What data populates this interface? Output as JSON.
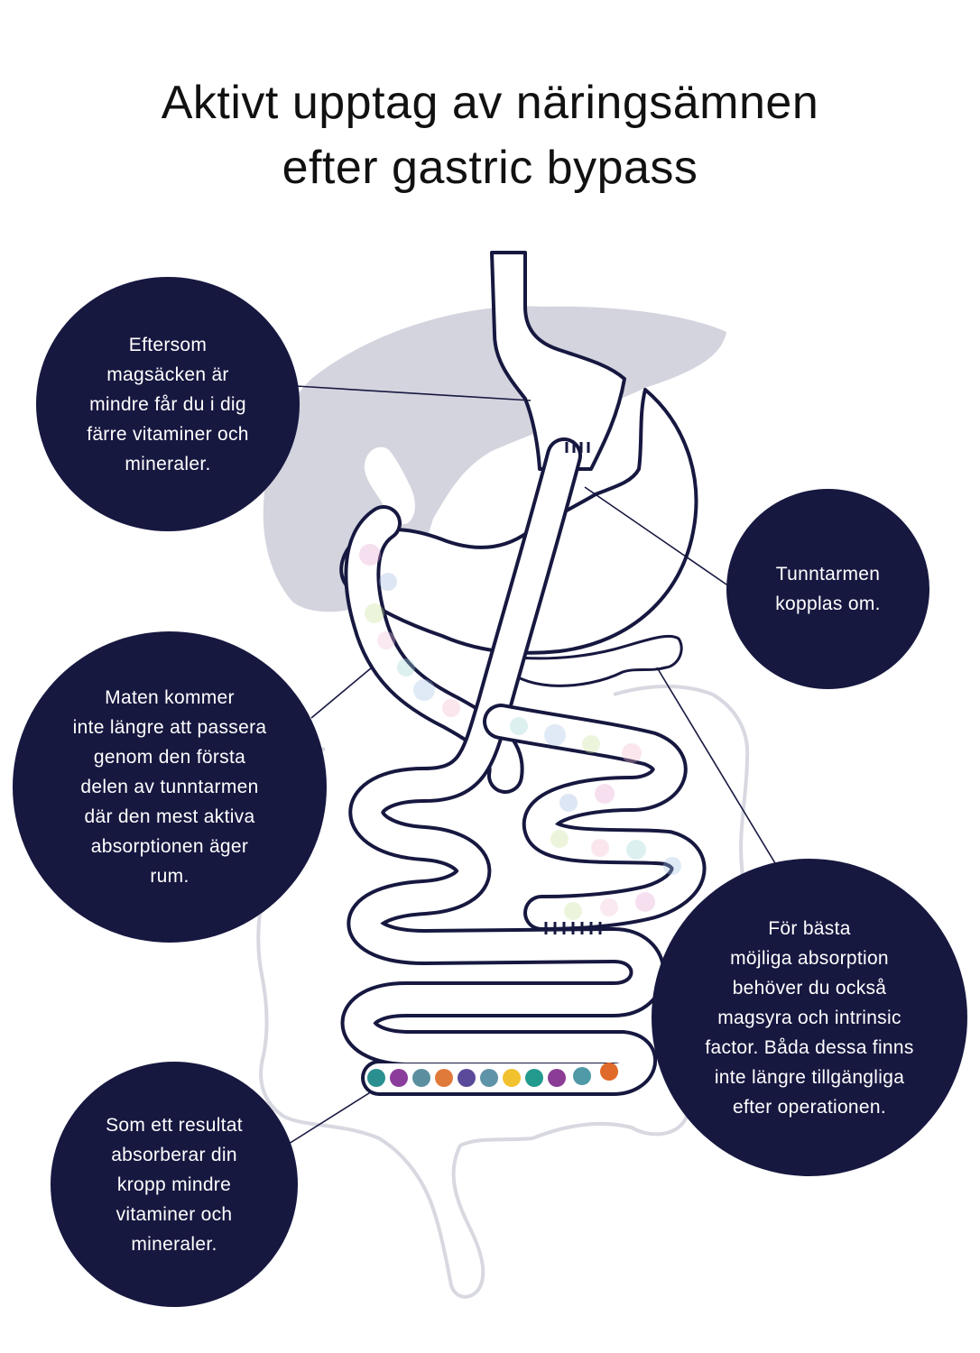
{
  "title": {
    "line1": "Aktivt upptag av näringsämnen",
    "line2": "efter gastric bypass"
  },
  "colors": {
    "bubble_bg": "#171840",
    "organ_outline": "#171840",
    "liver_fill": "#d3d4de",
    "colon_outline": "#d7d8e0",
    "nutrient_palette": [
      "#2a8f8f",
      "#8a3d9a",
      "#5b8fa0",
      "#e07a3a",
      "#5b4a9a",
      "#5f93a8",
      "#f2c12e",
      "#239a8e",
      "#8b3c94",
      "#4f9aa6",
      "#e06a2a"
    ]
  },
  "callouts": {
    "stomach": {
      "lines": [
        "Eftersom",
        "magsäcken är",
        "mindre får du i dig",
        "färre vitaminer och",
        "mineraler."
      ]
    },
    "reroute": {
      "lines": [
        "Tunntarmen",
        "kopplas om."
      ]
    },
    "duodenum": {
      "lines": [
        "Maten kommer",
        "inte längre att passera",
        "genom den första",
        "delen av tunntarmen",
        "där den mest aktiva",
        "absorptionen äger",
        "rum."
      ]
    },
    "intrinsic": {
      "lines": [
        "För bästa",
        "möjliga absorption",
        "behöver du också",
        "magsyra och intrinsic",
        "factor. Båda dessa finns",
        "inte längre tillgängliga",
        "efter operationen."
      ]
    },
    "result": {
      "lines": [
        "Som ett resultat",
        "absorberar din",
        "kropp mindre",
        "vitaminer och",
        "mineraler."
      ]
    }
  }
}
